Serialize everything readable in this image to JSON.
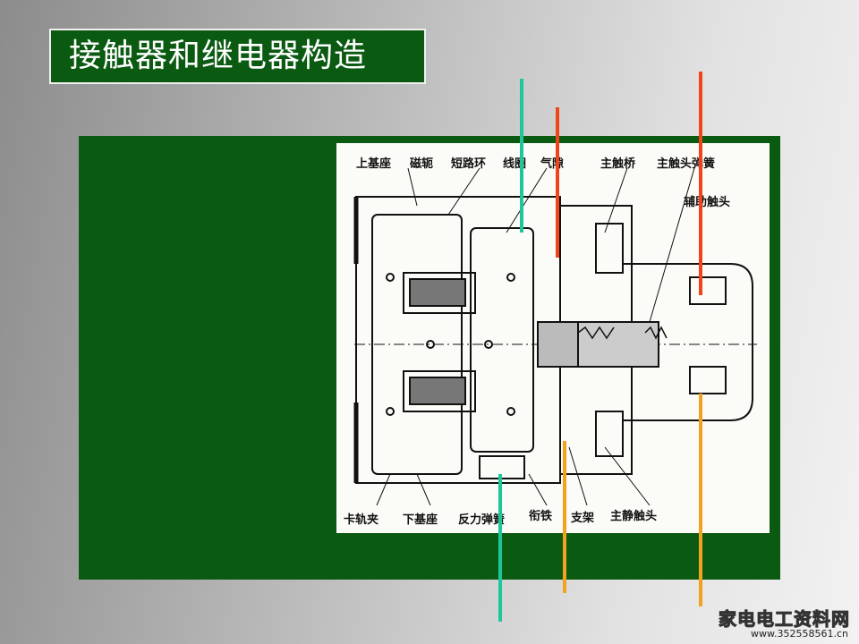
{
  "title": "接触器和继电器构造",
  "diagram": {
    "top_labels": [
      "上基座",
      "磁轭",
      "短路环",
      "线圈",
      "气隙",
      "主触桥",
      "主触头弹簧",
      "辅助触头"
    ],
    "bottom_labels": [
      "卡轨夹",
      "下基座",
      "反力弹簧",
      "衔铁",
      "支架",
      "主静触头"
    ]
  },
  "marker_colors": {
    "teal": "#1ec79a",
    "red": "#f0441a",
    "orange": "#f3a21e"
  },
  "watermark": {
    "name": "家电电工资料网",
    "url": "www.352558561.cn"
  }
}
